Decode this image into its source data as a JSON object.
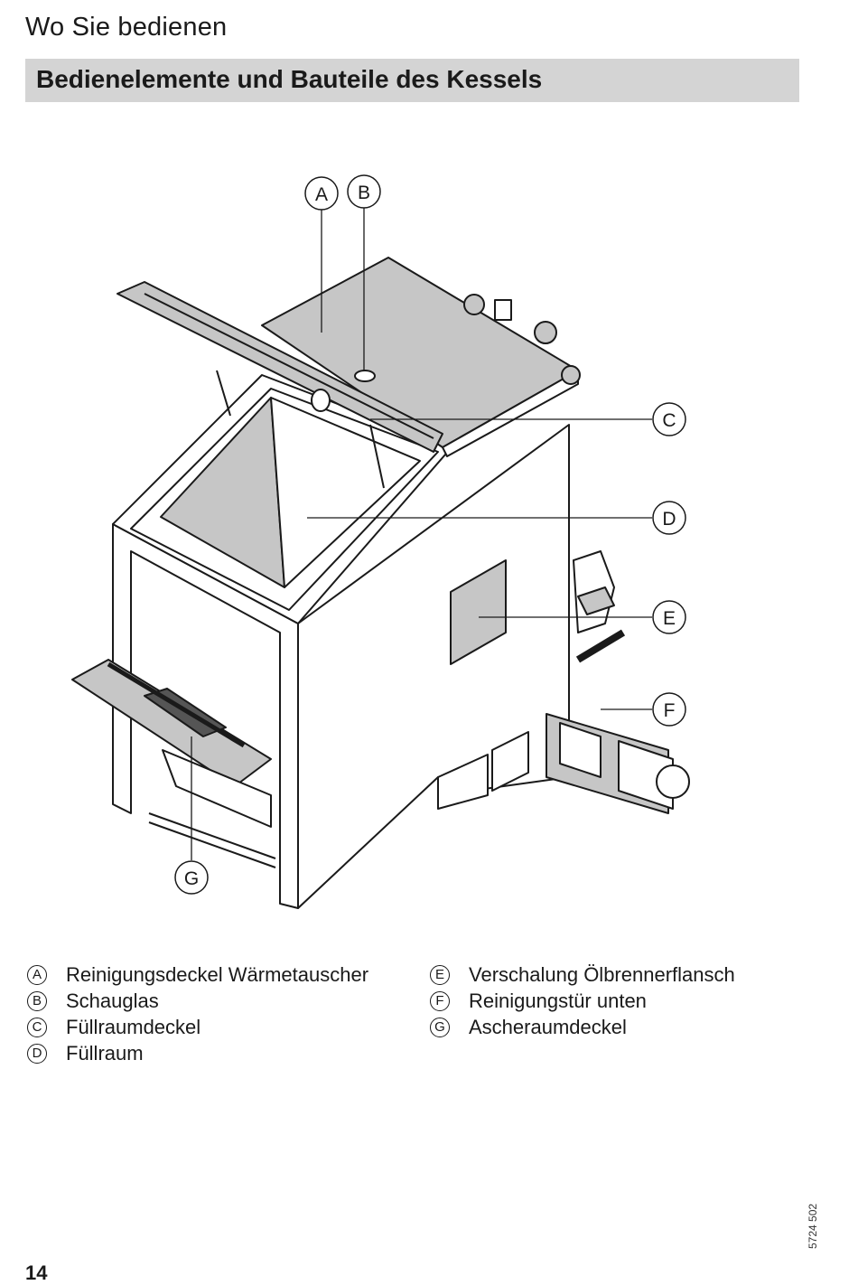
{
  "header": {
    "title": "Wo Sie bedienen"
  },
  "section": {
    "title": "Bedienelemente und Bauteile des Kessels"
  },
  "figure": {
    "callouts": [
      "A",
      "B",
      "C",
      "D",
      "E",
      "F",
      "G"
    ]
  },
  "legend": {
    "column1": [
      {
        "letter": "A",
        "text": "Reinigungsdeckel Wärmetauscher"
      },
      {
        "letter": "B",
        "text": "Schauglas"
      },
      {
        "letter": "C",
        "text": "Füllraumdeckel"
      },
      {
        "letter": "D",
        "text": "Füllraum"
      }
    ],
    "column2": [
      {
        "letter": "E",
        "text": "Verschalung Ölbrennerflansch"
      },
      {
        "letter": "F",
        "text": "Reinigungstür unten"
      },
      {
        "letter": "G",
        "text": "Ascheraumdeckel"
      }
    ]
  },
  "footer": {
    "doc_number": "5724 502",
    "page_number": "14"
  },
  "colors": {
    "band": "#d4d4d4",
    "part_fill": "#c6c6c6",
    "line": "#1a1a1a"
  }
}
